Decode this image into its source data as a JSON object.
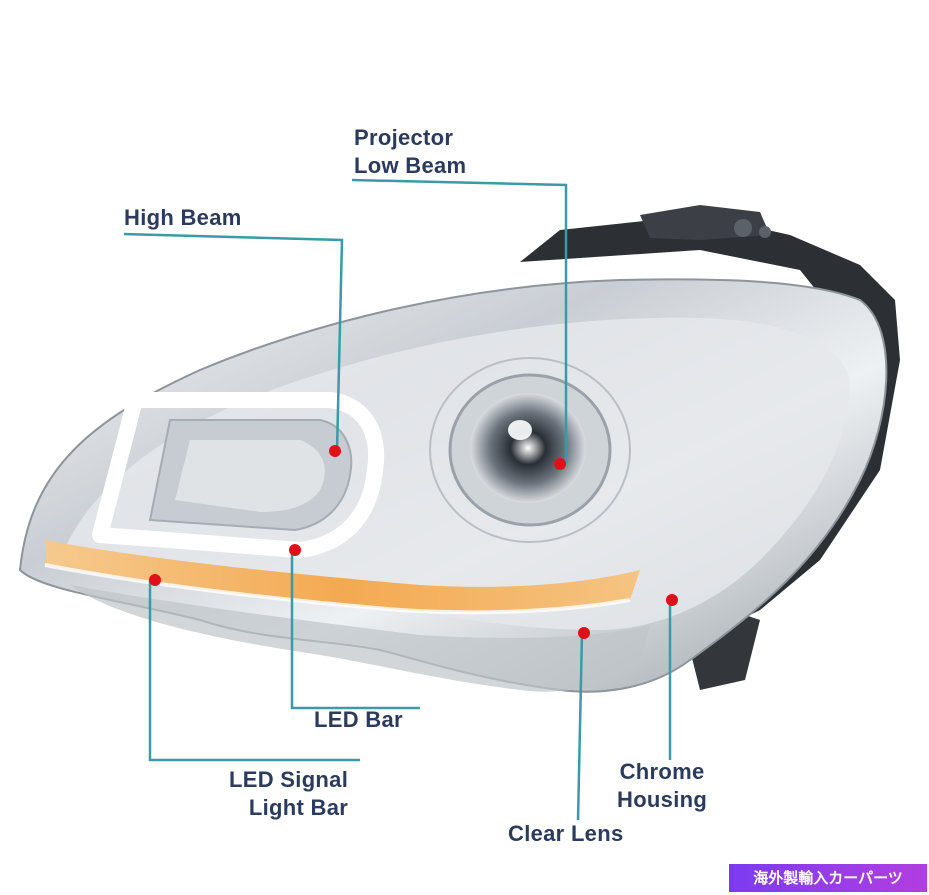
{
  "labels": {
    "projector": [
      "Projector",
      "Low Beam"
    ],
    "high_beam": "High Beam",
    "led_bar": "LED Bar",
    "led_signal": [
      "LED Signal",
      "Light Bar"
    ],
    "chrome": [
      "Chrome",
      "Housing"
    ],
    "clear_lens": "Clear Lens"
  },
  "badge": "海外製輸入カーパーツ",
  "colors": {
    "label_text": "#2b3b5e",
    "leader_line": "#3a9aa6",
    "marker_dot": "#e0101a",
    "badge_bg": "#8a3cf0"
  }
}
